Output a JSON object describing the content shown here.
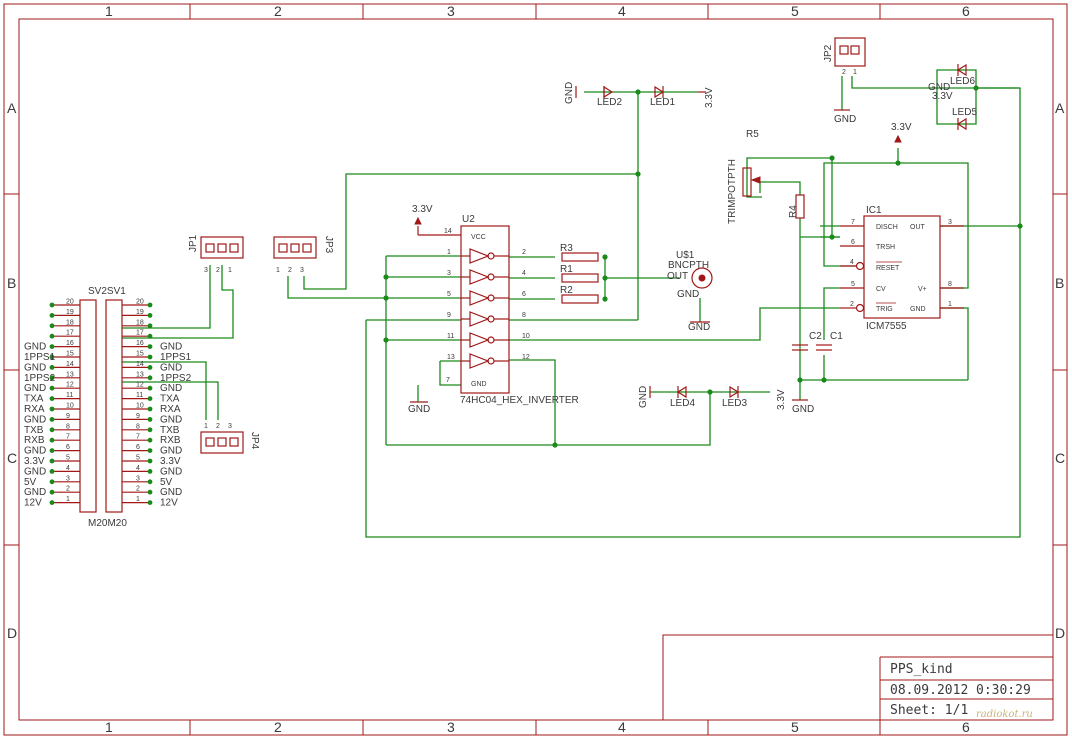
{
  "grid": {
    "cols": [
      "1",
      "2",
      "3",
      "4",
      "5",
      "6"
    ],
    "rows": [
      "A",
      "B",
      "C",
      "D"
    ]
  },
  "title_block": {
    "name": "PPS_kind",
    "date": "08.09.2012",
    "time": "0:30:29",
    "sheet": "Sheet: 1/1"
  },
  "watermark": "radiokot.ru",
  "header": {
    "sv": "SV2SV1",
    "sv_foot": "M20M20",
    "u2": "U2",
    "u2_part": "74HC04_HEX_INVERTER",
    "ic1": "IC1",
    "ic1_part": "ICM7555",
    "us1": "U$1",
    "bnc": "BNCPTH",
    "out": "OUT",
    "gnd": "GND"
  },
  "sv_pins": [
    "20",
    "19",
    "18",
    "17",
    "16",
    "15",
    "14",
    "13",
    "12",
    "11",
    "10",
    "9",
    "8",
    "7",
    "6",
    "5",
    "4",
    "3",
    "2",
    "1"
  ],
  "sv_left_labels": [
    "",
    "",
    "",
    "",
    "GND",
    "1PPS1",
    "GND",
    "1PPS2",
    "GND",
    "TXA",
    "RXA",
    "GND",
    "TXB",
    "RXB",
    "GND",
    "3.3V",
    "GND",
    "5V",
    "GND",
    "12V"
  ],
  "sv_right_labels": [
    "",
    "",
    "",
    "",
    "GND",
    "1PPS1",
    "GND",
    "1PPS2",
    "GND",
    "TXA",
    "RXA",
    "GND",
    "TXB",
    "RXB",
    "GND",
    "3.3V",
    "GND",
    "5V",
    "GND",
    "12V"
  ],
  "jp": {
    "jp1": "JP1",
    "jp2": "JP2",
    "jp3": "JP3",
    "jp4": "JP4",
    "p1": "1",
    "p2": "2",
    "p3": "3"
  },
  "u2_pins": {
    "vcc": "VCC",
    "gnd": "GND",
    "p14": "14",
    "p7": "7",
    "in": [
      "1",
      "3",
      "5",
      "9",
      "11",
      "13"
    ],
    "out": [
      "2",
      "4",
      "6",
      "8",
      "10",
      "12"
    ]
  },
  "resistors": {
    "r1": "R1",
    "r2": "R2",
    "r3": "R3",
    "r4": "R4",
    "r5": "R5",
    "trim": "TRIMPOTPTH"
  },
  "ic1_pins": {
    "disch": "DISCH",
    "out": "OUT",
    "trsh": "TRSH",
    "reset": "RESET",
    "cv": "CV",
    "vplus": "V+",
    "trig": "TRIG",
    "gnd": "GND",
    "n7": "7",
    "n3": "3",
    "n6": "6",
    "n4": "4",
    "n5": "5",
    "n8": "8",
    "n2": "2",
    "n1": "1"
  },
  "caps": {
    "c1": "C1",
    "c2": "C2"
  },
  "leds": {
    "led1": "LED1",
    "led2": "LED2",
    "led3": "LED3",
    "led4": "LED4",
    "led5": "LED5",
    "led6": "LED6"
  },
  "supplies": {
    "v33": "3.3V",
    "gnd": "GND"
  },
  "colors": {
    "frame": "#a01818",
    "wire": "#1a8a1a",
    "text": "#3a3a3a"
  }
}
